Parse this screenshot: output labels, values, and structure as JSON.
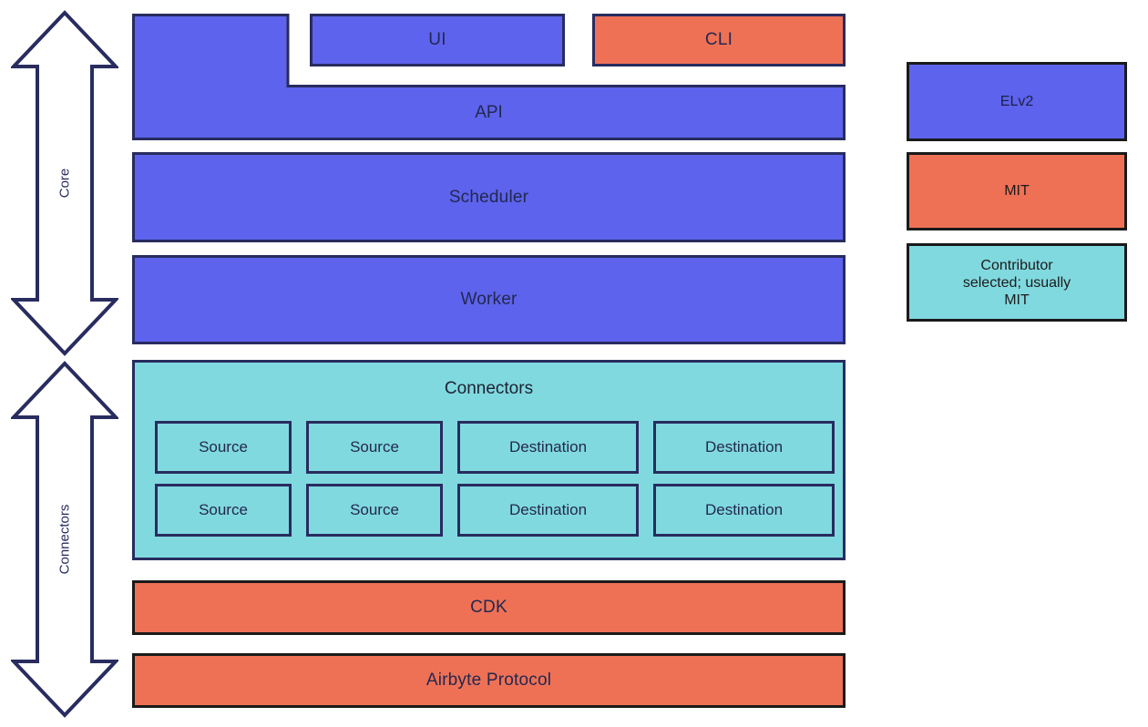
{
  "colors": {
    "blue": "#5D63EC",
    "orange": "#EE7156",
    "teal": "#80D9DF",
    "navy_border": "#282C5F",
    "black_border": "#1A1A1A",
    "text_navy": "#232850"
  },
  "left_rail": {
    "core_arrow_label": "Core",
    "connectors_arrow_label": "Connectors"
  },
  "stack": {
    "ui": "UI",
    "cli": "CLI",
    "api": "API",
    "scheduler": "Scheduler",
    "worker": "Worker",
    "connectors": {
      "title": "Connectors",
      "boxes": [
        "Source",
        "Source",
        "Destination",
        "Destination",
        "Source",
        "Source",
        "Destination",
        "Destination"
      ]
    },
    "cdk": "CDK",
    "protocol": "Airbyte Protocol"
  },
  "legend": {
    "items": [
      {
        "label": "ELv2",
        "color": "#5D63EC"
      },
      {
        "label": "MIT",
        "color": "#EE7156"
      },
      {
        "label": "Contributor selected; usually MIT",
        "color": "#80D9DF"
      }
    ]
  }
}
